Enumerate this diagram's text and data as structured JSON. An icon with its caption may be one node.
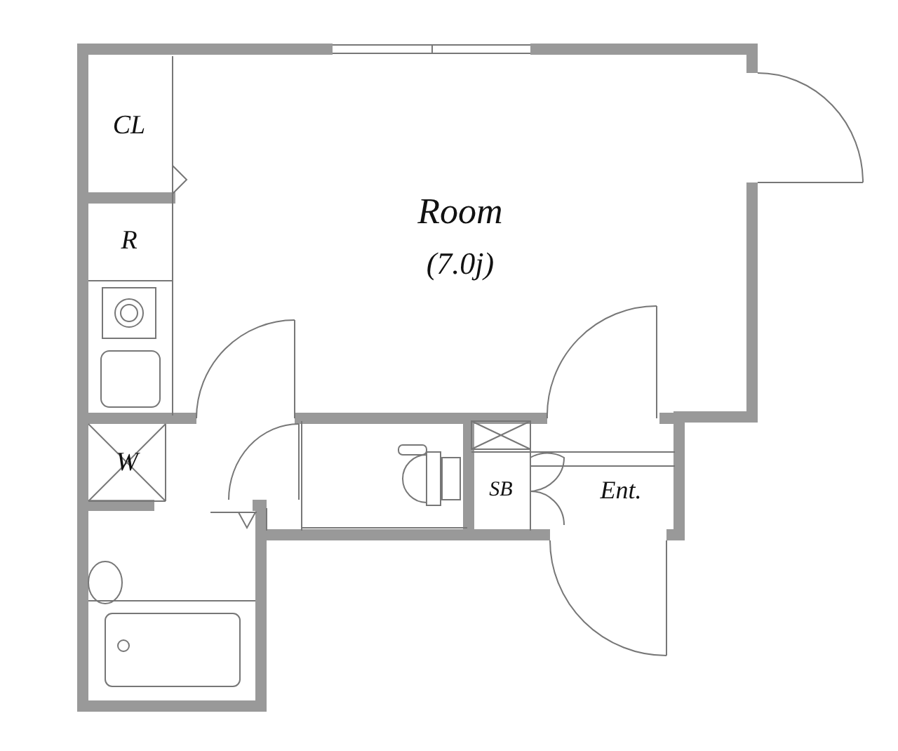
{
  "diagram": {
    "nodes": [
      {
        "text": [
          "Room",
          "(7.0j)"
        ]
      },
      {
        "text": [
          "CL"
        ]
      },
      {
        "text": [
          "R"
        ]
      },
      {
        "text": [
          "W"
        ]
      },
      {
        "text": [
          "SB"
        ]
      },
      {
        "text": [
          "Ent."
        ]
      }
    ]
  }
}
